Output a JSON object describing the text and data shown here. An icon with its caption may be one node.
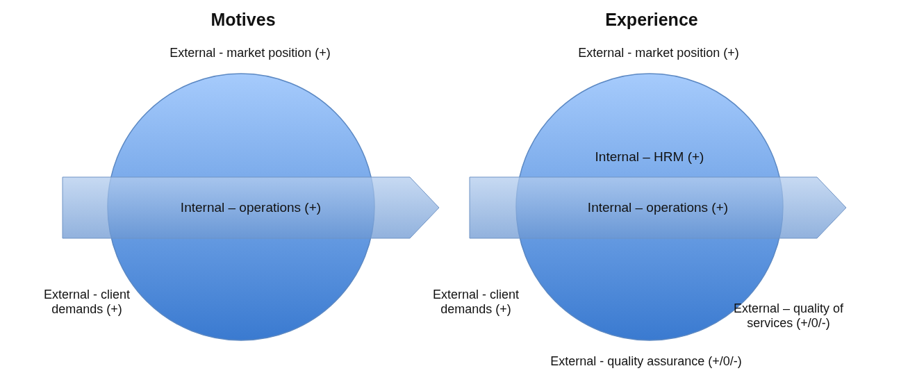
{
  "diagram": {
    "nodes": [
      {
        "text": [],
        "shape": "circle"
      },
      {
        "text": [
          "Internal – operations (+)"
        ]
      },
      {
        "text": [
          "Internal – HRM (+)"
        ]
      },
      {
        "text": [
          "Internal – operations (+)"
        ]
      }
    ],
    "labels": [
      "Motives",
      "External - market position (+)",
      "External - client demands (+)",
      "Experience",
      "External - market position (+)",
      "External - client demands (+)",
      "External – quality of services (+/0/-)",
      "External - quality assurance (+/0/-)"
    ]
  }
}
